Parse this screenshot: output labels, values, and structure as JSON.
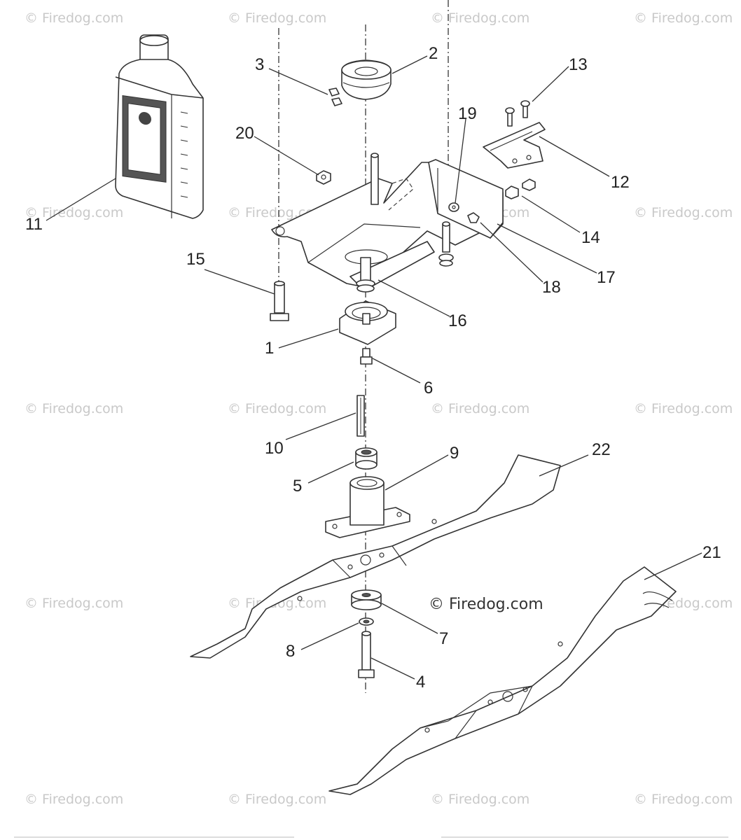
{
  "watermark": {
    "text": "© Firedog.com"
  },
  "credit": "© Firedog.com",
  "callouts": [
    "1",
    "2",
    "3",
    "4",
    "5",
    "6",
    "7",
    "8",
    "9",
    "10",
    "11",
    "12",
    "13",
    "14",
    "15",
    "16",
    "17",
    "18",
    "19",
    "20",
    "21",
    "22"
  ],
  "colors": {
    "line": "#333333",
    "watermark": "#c9c9c9",
    "background": "#ffffff"
  }
}
